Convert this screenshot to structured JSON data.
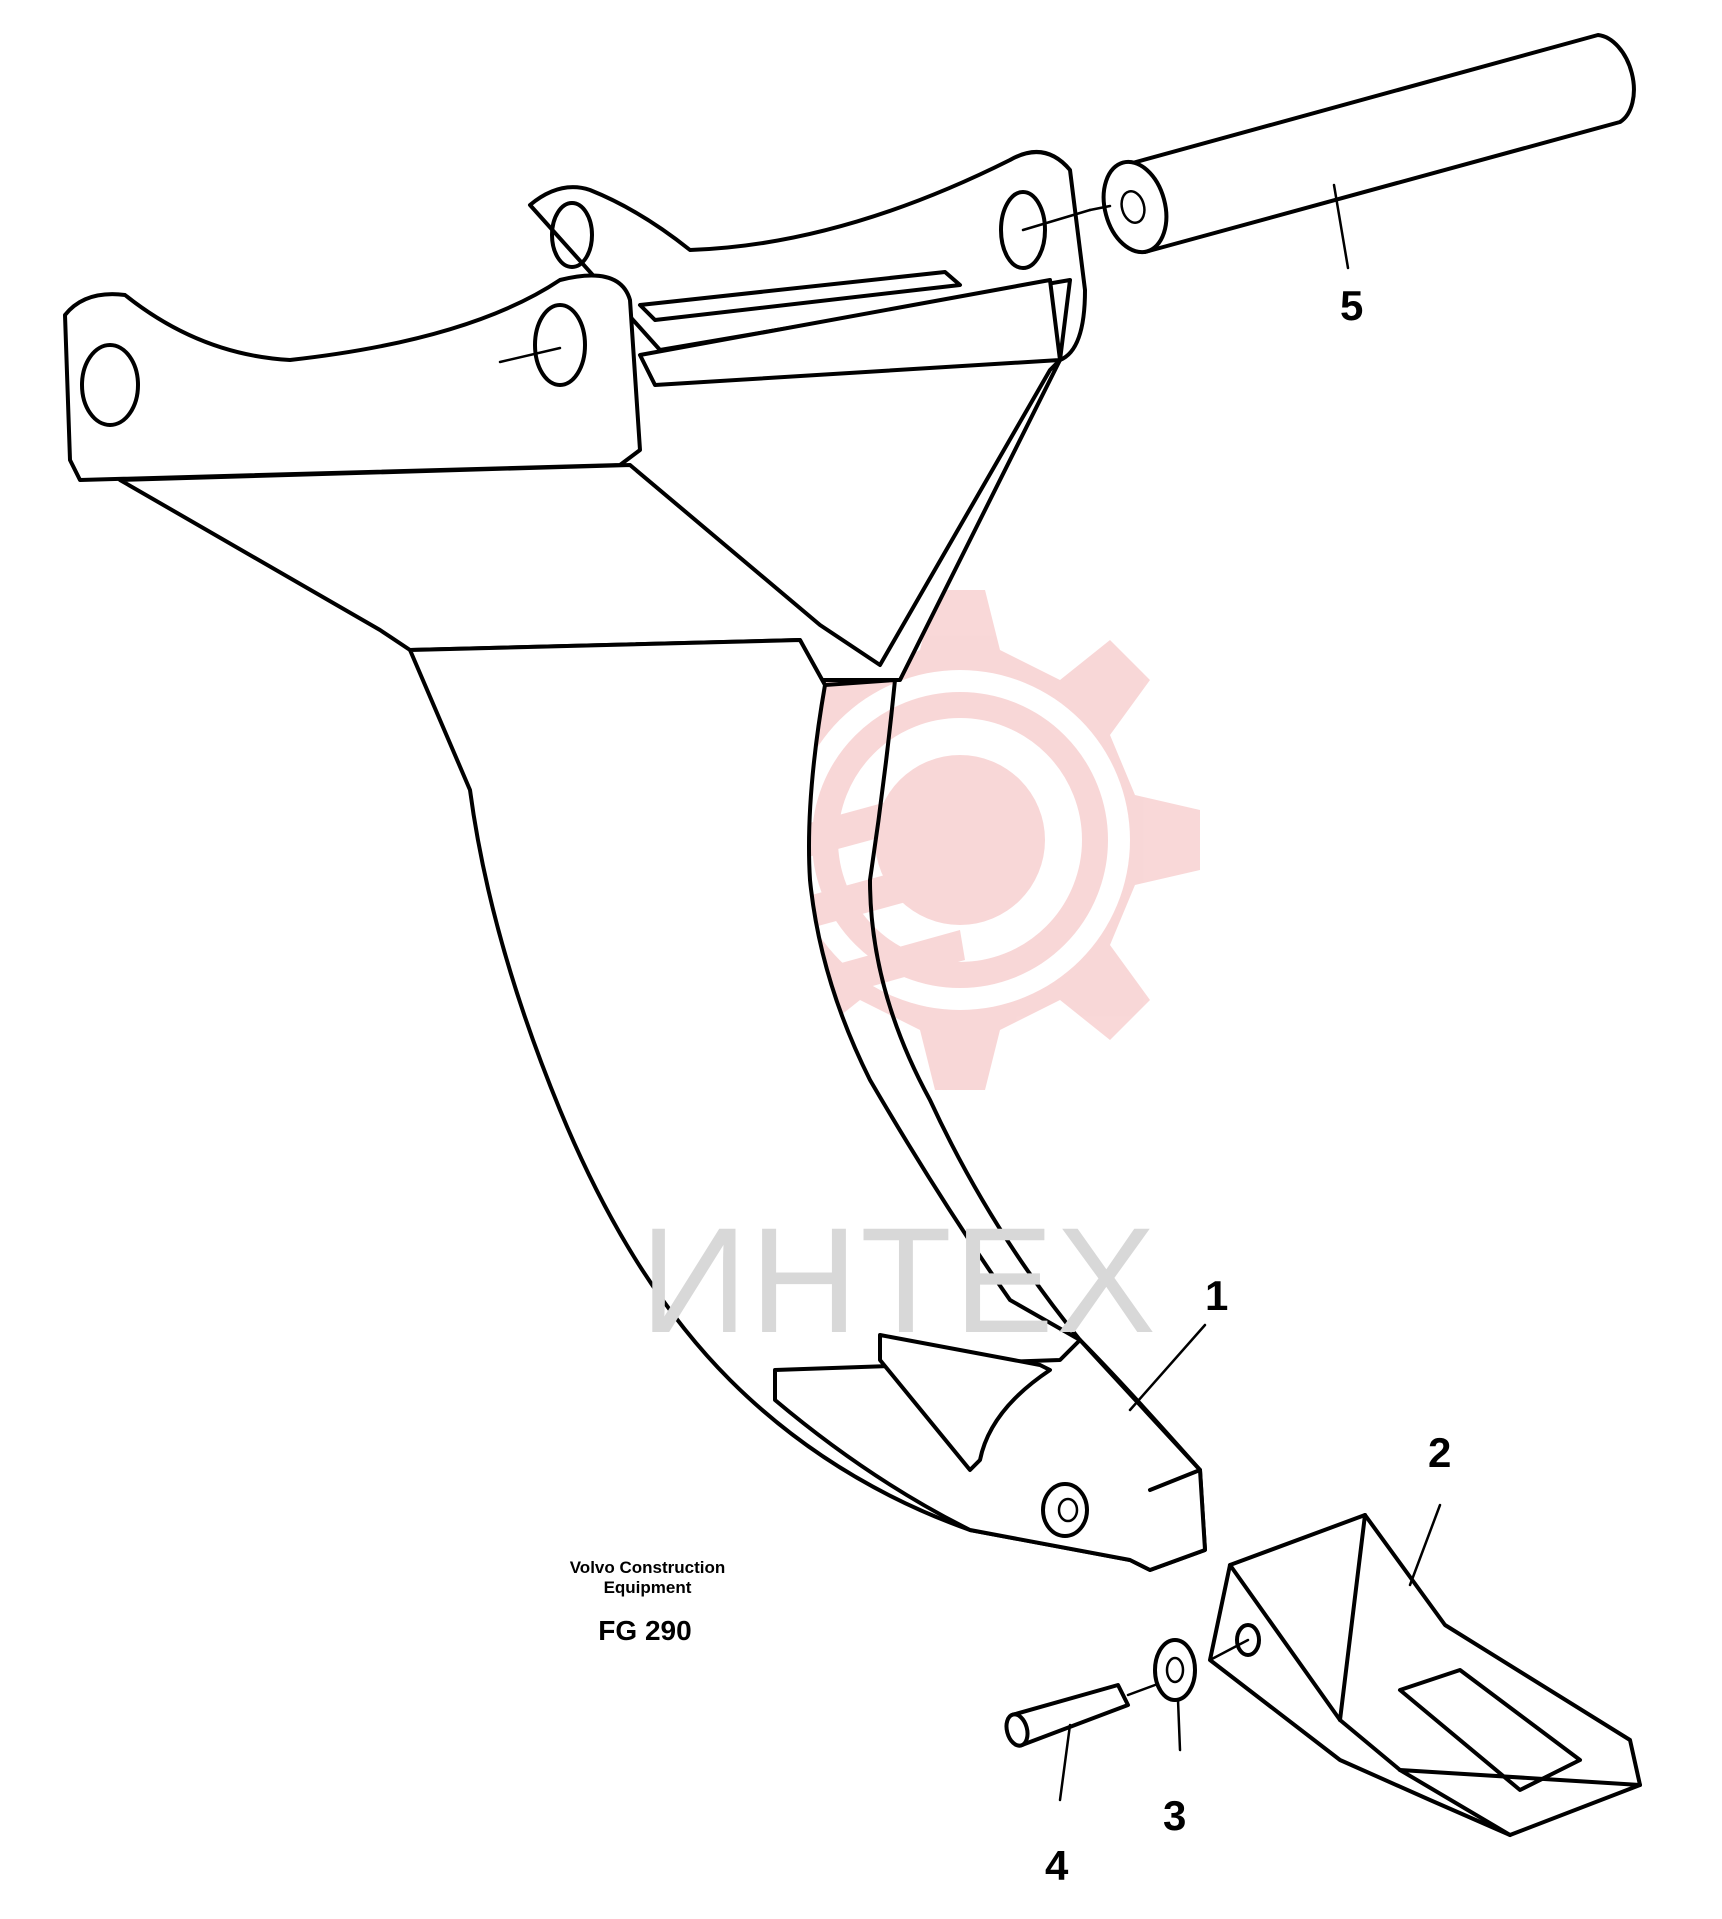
{
  "callouts": {
    "item_1": "1",
    "item_2": "2",
    "item_3": "3",
    "item_4": "4",
    "item_5": "5"
  },
  "caption": {
    "maker_line1": "Volvo Construction",
    "maker_line2": "Equipment",
    "code": "FG 290"
  },
  "watermark": {
    "text": "ИНТЕХ",
    "icon": "gear-logo-icon",
    "color": "#f4b8b8"
  }
}
